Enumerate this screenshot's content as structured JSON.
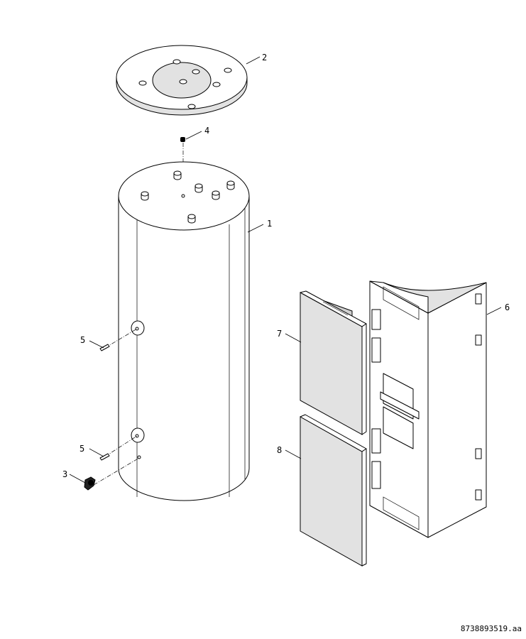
{
  "callouts": {
    "c1": "1",
    "c2": "2",
    "c3": "3",
    "c4": "4",
    "c5a": "5",
    "c5b": "5",
    "c6": "6",
    "c7": "7",
    "c8": "8"
  },
  "document_id": "8738893519.aa",
  "colors": {
    "line": "#000000",
    "background": "#ffffff",
    "shade": "#e2e2e2"
  }
}
